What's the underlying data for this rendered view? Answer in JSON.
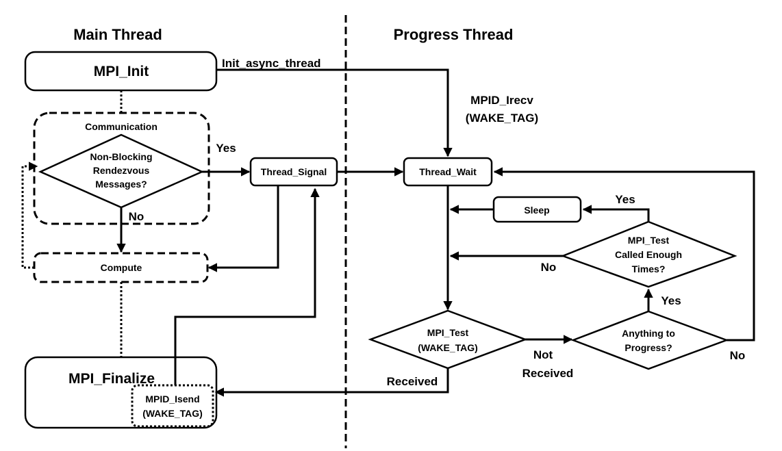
{
  "headers": {
    "main_thread": "Main Thread",
    "progress_thread": "Progress Thread"
  },
  "nodes": {
    "mpi_init": "MPI_Init",
    "communication": "Communication",
    "nonblocking_line1": "Non-Blocking",
    "nonblocking_line2": "Rendezvous",
    "nonblocking_line3": "Messages?",
    "compute": "Compute",
    "mpi_finalize": "MPI_Finalize",
    "mpid_isend_line1": "MPID_Isend",
    "mpid_isend_line2": "(WAKE_TAG)",
    "thread_signal": "Thread_Signal",
    "thread_wait": "Thread_Wait",
    "sleep": "Sleep",
    "mpi_test_enough_line1": "MPI_Test",
    "mpi_test_enough_line2": "Called Enough",
    "mpi_test_enough_line3": "Times?",
    "mpi_test_wake_line1": "MPI_Test",
    "mpi_test_wake_line2": "(WAKE_TAG)",
    "anything_line1": "Anything to",
    "anything_line2": "Progress?"
  },
  "edge_labels": {
    "init_async_thread": "Init_async_thread",
    "mpid_irecv_line1": "MPID_Irecv",
    "mpid_irecv_line2": "(WAKE_TAG)",
    "yes_main": "Yes",
    "no_main": "No",
    "yes_sleep": "Yes",
    "no_enough": "No",
    "yes_anything": "Yes",
    "not_received_line1": "Not",
    "not_received_line2": "Received",
    "received": "Received",
    "no_anything": "No"
  }
}
